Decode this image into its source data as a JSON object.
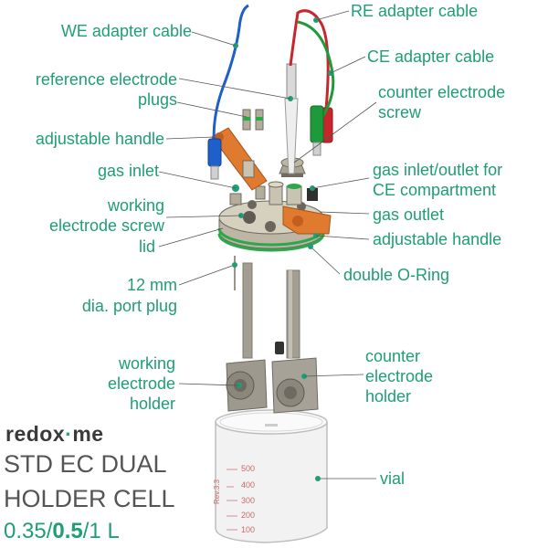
{
  "labels": {
    "we_cable": "WE adapter cable",
    "re_cable": "RE adapter cable",
    "ce_cable": "CE adapter cable",
    "ref_plugs_1": "reference electrode",
    "ref_plugs_2": "plugs",
    "counter_screw_1": "counter electrode",
    "counter_screw_2": "screw",
    "handle_left": "adjustable handle",
    "gas_inlet": "gas inlet",
    "gas_inout_1": "gas inlet/outlet for",
    "gas_inout_2": "CE compartment",
    "we_screw_1": "working",
    "we_screw_2": "electrode screw",
    "gas_outlet": "gas outlet",
    "lid": "lid",
    "handle_right": "adjustable handle",
    "port_plug_1": "12 mm",
    "port_plug_2": "dia. port plug",
    "double_oring": "double O-Ring",
    "we_holder_1": "working",
    "we_holder_2": "electrode",
    "we_holder_3": "holder",
    "ce_holder_1": "counter",
    "ce_holder_2": "electrode",
    "ce_holder_3": "holder",
    "vial": "vial"
  },
  "brand": {
    "name_a": "redox",
    "name_dot": "·",
    "name_b": "me"
  },
  "title": {
    "line1": "STD EC DUAL",
    "line2": "HOLDER CELL",
    "vol_a": "0.35/",
    "vol_b": "0.5",
    "vol_c": "/1 L"
  },
  "vial_scale": [
    "500",
    "400",
    "300",
    "200",
    "100"
  ],
  "vial_mark": "Rev.3.3",
  "colors": {
    "accent": "#1f9e75",
    "we_cable": "#1f5fc9",
    "re_cable": "#c9262b",
    "ce_cable": "#1f9a3a",
    "handle": "#e07a2e",
    "lid": "#c8c2b2",
    "holder": "#8d8a80",
    "title": "#555555"
  }
}
